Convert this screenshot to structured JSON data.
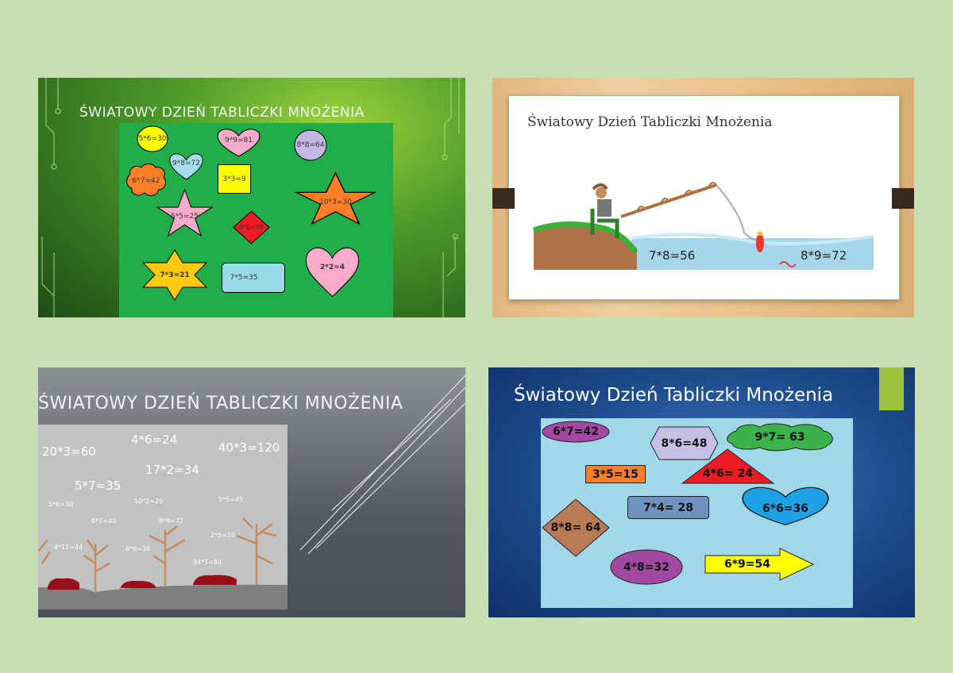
{
  "slides": [
    {
      "title": "ŚWIATOWY DZIEŃ TABLICZKI MNOŻENIA",
      "items": [
        "5*6=30",
        "9*9=81",
        "8*8=64",
        "9*8=72",
        "6*7=42",
        "3*3=9",
        "5*5=25",
        "10*3=30",
        "8*6=48",
        "7*3=21",
        "7*5=35",
        "2*2=4"
      ]
    },
    {
      "title": "Światowy Dzień Tabliczki Mnożenia",
      "items": [
        "7*8=56",
        "8*9=72"
      ]
    },
    {
      "title": "ŚWIATOWY DZIEŃ TABLICZKI MNOŻENIA",
      "items": [
        "20*3=60",
        "4*6=24",
        "40*3=120",
        "17*2=34",
        "5*7=35",
        "5*6=30",
        "10*2=20",
        "9*5=45",
        "6*7=42",
        "8*9=72",
        "2*5=10",
        "4*11=44",
        "6*6=36",
        "84*1=84"
      ]
    },
    {
      "title": "Światowy Dzień Tabliczki Mnożenia",
      "items": [
        "6*7=42",
        "8*6=48",
        "9*7= 63",
        "3*5=15",
        "4*6= 24",
        "7*4= 28",
        "6*6=36",
        "8*8= 64",
        "4*8=32",
        "6*9=54"
      ]
    }
  ],
  "colors": {
    "background": "#c6e0b4",
    "accent_green": "#9bc43c"
  }
}
